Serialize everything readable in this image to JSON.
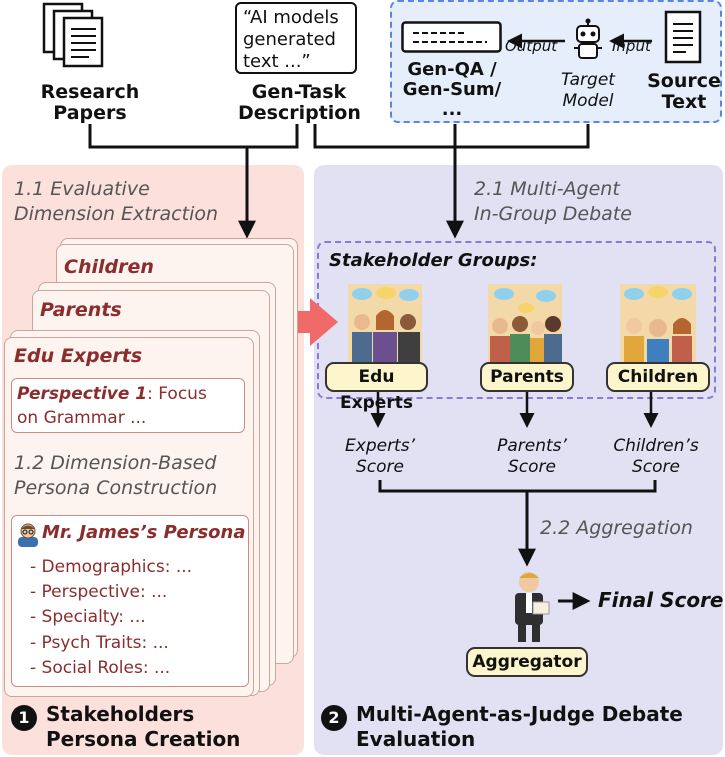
{
  "inputs": {
    "research_papers": "Research\nPapers",
    "quote": "“AI models generated text ...”",
    "gen_task": "Gen-Task\nDescription",
    "outputs": "Gen-QA /\nGen-Sum/\n...",
    "output_label": "Output",
    "input_label": "Input",
    "target_model": "Target\nModel",
    "source_text": "Source\nText"
  },
  "left": {
    "step_1_1": "1.1 Evaluative\nDimension Extraction",
    "card_children": "Children",
    "card_parents": "Parents",
    "card_edu": "Edu Experts",
    "perspective_bold": "Perspective 1",
    "perspective_rest": ": Focus\non Grammar ...",
    "step_1_2": "1.2 Dimension-Based\nPersona Construction",
    "persona_title": "Mr. James’s Persona",
    "persona_items": [
      "- Demographics: ...",
      "- Perspective: ...",
      "- Specialty: ...",
      "- Psych Traits: ...",
      "- Social Roles: ..."
    ],
    "section_number": "1",
    "section_title": "Stakeholders\nPersona Creation"
  },
  "right": {
    "step_2_1": "2.1 Multi-Agent\nIn-Group  Debate",
    "stakeholder_groups": "Stakeholder Groups:",
    "groups": [
      "Edu Experts",
      "Parents",
      "Children"
    ],
    "scores": [
      "Experts’\nScore",
      "Parents’\nScore",
      "Children’s\nScore"
    ],
    "step_2_2": "2.2 Aggregation",
    "final_score": "Final Score",
    "aggregator": "Aggregator",
    "section_number": "2",
    "section_title": "Multi-Agent-as-Judge Debate\nEvaluation"
  },
  "colors": {
    "left_panel": "#fbe0dc",
    "right_panel": "#e2e0f3",
    "model_box": "#e6eefb",
    "accent_red": "#8b2d2d",
    "pill": "#fdf5cc",
    "big_arrow": "#f06a6a"
  }
}
